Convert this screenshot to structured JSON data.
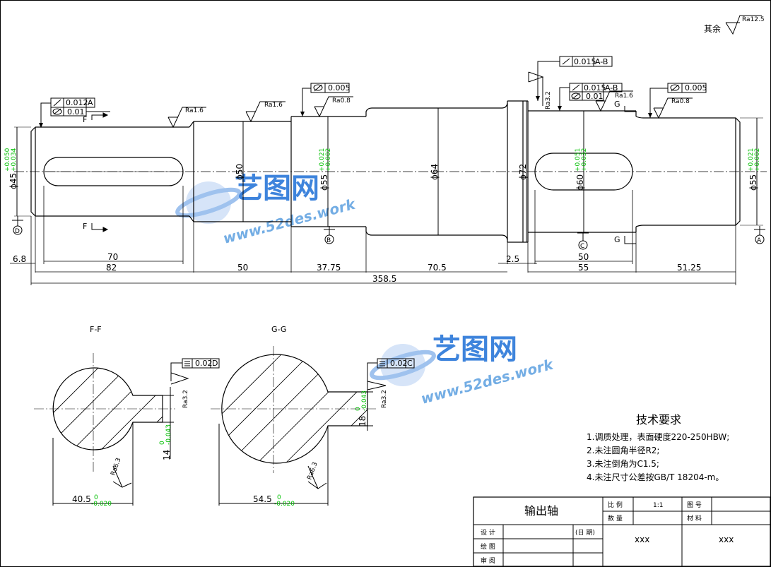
{
  "roughness_rest": {
    "label": "其余",
    "value": "Ra12.5"
  },
  "views": {
    "section_f": "F-F",
    "section_g": "G-G"
  },
  "roughness": {
    "r1": "Ra1.6",
    "r2": "Ra1.6",
    "r3": "Ra0.8",
    "r4": "Ra3.2",
    "r5": "Ra1.6",
    "r6": "Ra0.8",
    "r7": "Ra3.2",
    "r8": "Ra6.3",
    "r9": "Ra3.2",
    "r10": "Ra6.3"
  },
  "tolerance_frames": {
    "left_runout": "0.012",
    "left_runout_ref": "A",
    "left_cyl": "0.01",
    "mid_cyl": "0.005",
    "top_runout": "0.015",
    "top_runout_ref": "A-B",
    "right_runout": "0.015",
    "right_runout_ref": "A-B",
    "right_cyl": "0.01",
    "far_cyl": "0.005",
    "sym_f": "0.02",
    "sym_f_ref": "D",
    "sym_g": "0.02",
    "sym_g_ref": "C"
  },
  "section_marks": {
    "f_top": "F",
    "f_bot": "F",
    "g_top": "G",
    "g_bot": "G"
  },
  "datums": {
    "d": "D",
    "b": "B",
    "c": "C",
    "a": "A"
  },
  "diameters": {
    "d45": "ϕ45",
    "d45_up": "+0.050",
    "d45_lo": "+0.034",
    "d50": "ϕ50",
    "d55a": "ϕ55",
    "d55a_up": "+0.021",
    "d55a_lo": "+0.002",
    "d64": "ϕ64",
    "d72": "ϕ72",
    "d60": "ϕ60",
    "d60_up": "+0.051",
    "d60_lo": "+0.032",
    "d55b": "ϕ55",
    "d55b_up": "+0.021",
    "d55b_lo": "+0.002"
  },
  "lengths": {
    "l68": "6.8",
    "l70": "70",
    "l82": "82",
    "l50a": "50",
    "l3775": "37.75",
    "l705": "70.5",
    "l25": "2.5",
    "l50b": "50",
    "l55": "55",
    "l5125": "51.25",
    "l3585": "358.5"
  },
  "sections": {
    "f_width": "40.5",
    "f_width_up": "0",
    "f_width_lo": "-0.020",
    "f_key": "14",
    "f_key_up": "0",
    "f_key_lo": "-0.043",
    "g_width": "54.5",
    "g_width_up": "0",
    "g_width_lo": "-0.020",
    "g_key": "18",
    "g_key_up": "0",
    "g_key_lo": "-0.043"
  },
  "requirements": {
    "title": "技术要求",
    "items": [
      "1.调质处理，表面硬度220-250HBW;",
      "2.未注圆角半径R2;",
      "3.未注倒角为C1.5;",
      "4.未注尺寸公差按GB/T 18204-m。"
    ]
  },
  "title_block": {
    "part_name": "输出轴",
    "scale_label": "比 例",
    "scale_value": "1:1",
    "drawing_no_label": "图 号",
    "qty_label": "数 量",
    "material_label": "材 料",
    "design_label": "设 计",
    "date_label": "(日 期)",
    "draw_label": "绘 图",
    "review_label": "审 阅",
    "cell1": "xxx",
    "cell2": "xxx"
  },
  "watermark": {
    "brand": "艺图网",
    "url": "www.52des.work"
  },
  "colors": {
    "line": "#000000",
    "tolerance": "#00c000",
    "watermark": "#1d6fd6"
  }
}
